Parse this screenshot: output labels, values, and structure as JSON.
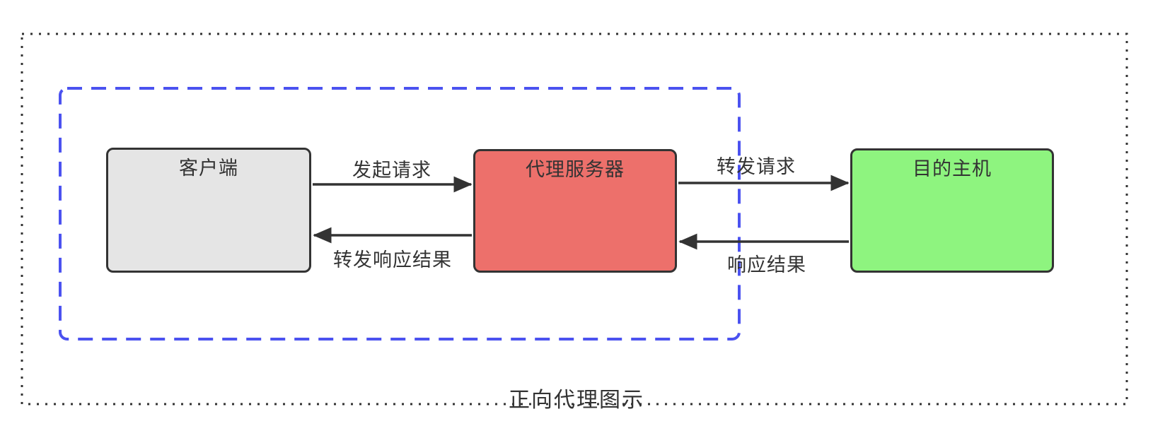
{
  "diagram": {
    "title": "正向代理图示",
    "boxes": [
      {
        "id": "client",
        "label": "客户端",
        "fill": "#e5e5e5"
      },
      {
        "id": "proxy",
        "label": "代理服务器",
        "fill": "#ed706b"
      },
      {
        "id": "dest",
        "label": "目的主机",
        "fill": "#8ef47f"
      }
    ],
    "arrows": [
      {
        "label": "发起请求",
        "from": "客户端",
        "to": "代理服务器"
      },
      {
        "label": "转发响应结果",
        "from": "代理服务器",
        "to": "客户端"
      },
      {
        "label": "转发请求",
        "from": "代理服务器",
        "to": "目的主机"
      },
      {
        "label": "响应结果",
        "from": "目的主机",
        "to": "代理服务器"
      }
    ],
    "colors": {
      "stroke": "#333333",
      "group_border": "#4b52f0",
      "outer_border": "#333333"
    }
  }
}
